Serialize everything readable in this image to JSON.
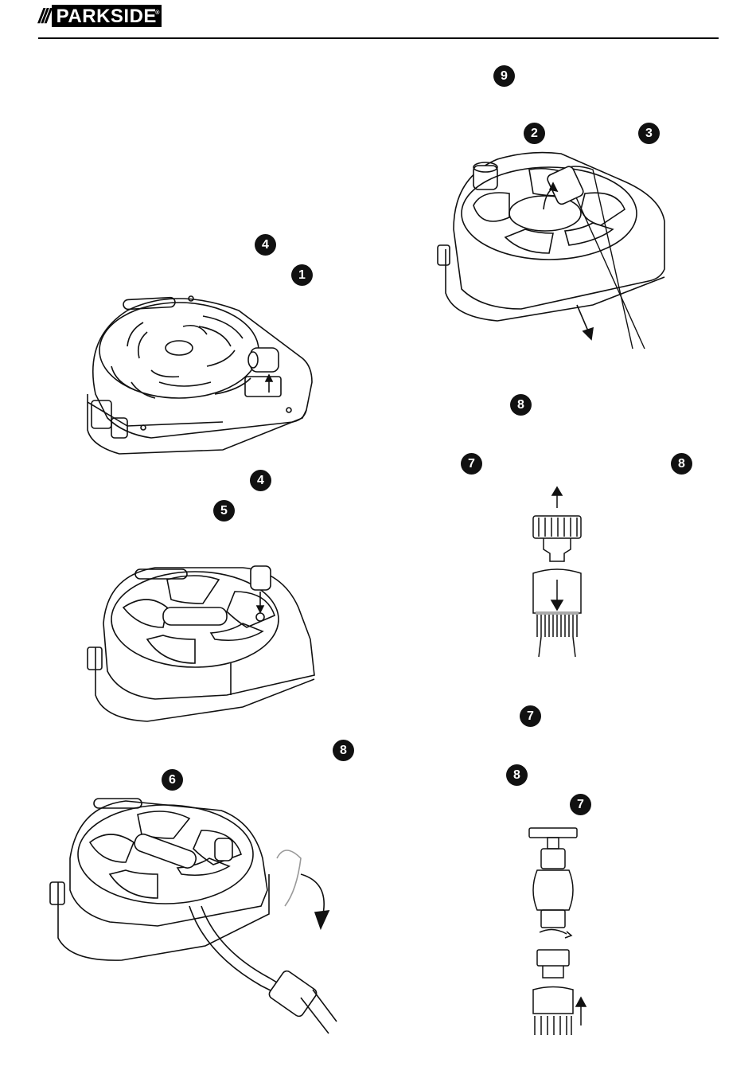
{
  "header": {
    "brand": "PARKSIDE",
    "registered": "®",
    "slashes": "///"
  },
  "badges": [
    {
      "id": "b-9",
      "text": "9"
    },
    {
      "id": "b-2",
      "text": "2"
    },
    {
      "id": "b-3",
      "text": "3"
    },
    {
      "id": "b-4a",
      "text": "4"
    },
    {
      "id": "b-1",
      "text": "1"
    },
    {
      "id": "b-8a",
      "text": "8"
    },
    {
      "id": "b-4b",
      "text": "4"
    },
    {
      "id": "b-7a",
      "text": "7"
    },
    {
      "id": "b-8b",
      "text": "8"
    },
    {
      "id": "b-5",
      "text": "5"
    },
    {
      "id": "b-7b",
      "text": "7"
    },
    {
      "id": "b-8c",
      "text": "8"
    },
    {
      "id": "b-6",
      "text": "6"
    },
    {
      "id": "b-8d",
      "text": "8"
    },
    {
      "id": "b-7c",
      "text": "7"
    }
  ]
}
